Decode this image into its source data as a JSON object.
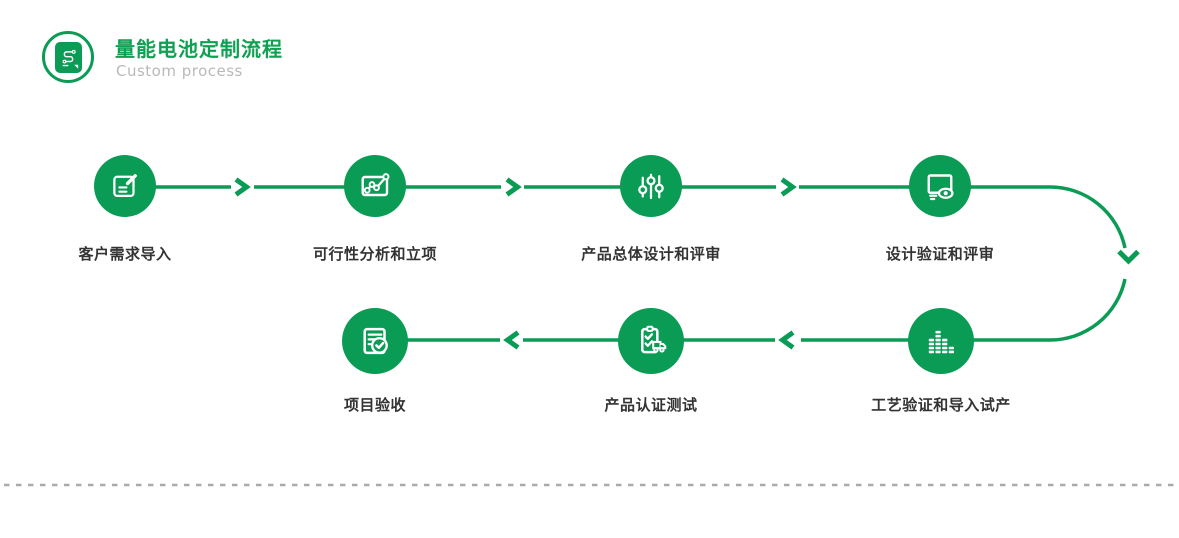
{
  "header": {
    "title": "量能电池定制流程",
    "subtitle": "Custom process",
    "logo_icon": "process-route-document-icon"
  },
  "colors": {
    "brand_green": "#0a9b55",
    "label_text": "#333333",
    "subtitle_gray": "#b9b9b9",
    "dashed_divider_gray": "#ababab"
  },
  "flow": {
    "direction": "left-to-right then snake back right-to-left",
    "steps": [
      {
        "label": "客户需求导入",
        "icon": "edit-note-icon"
      },
      {
        "label": "可行性分析和立项",
        "icon": "chart-analysis-icon"
      },
      {
        "label": "产品总体设计和评审",
        "icon": "sliders-icon"
      },
      {
        "label": "设计验证和评审",
        "icon": "monitor-eye-icon"
      },
      {
        "label": "工艺验证和导入试产",
        "icon": "equalizer-bars-icon"
      },
      {
        "label": "产品认证测试",
        "icon": "certification-checklist-truck-icon"
      },
      {
        "label": "项目验收",
        "icon": "document-approved-icon"
      }
    ]
  }
}
